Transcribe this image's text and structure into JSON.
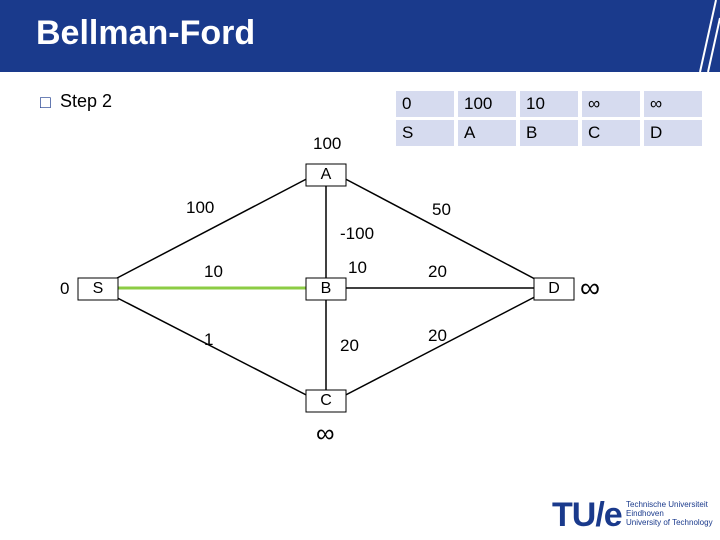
{
  "title": "Bellman-Ford",
  "bullet": "Step 2",
  "table": {
    "distances": [
      "0",
      "100",
      "10",
      "∞",
      "∞"
    ],
    "vertices": [
      "S",
      "A",
      "B",
      "C",
      "D"
    ]
  },
  "graph": {
    "nodes": {
      "A": {
        "label": "A",
        "dist": "100"
      },
      "S": {
        "label": "S",
        "dist": "0"
      },
      "B": {
        "label": "B"
      },
      "C": {
        "label": "C",
        "dist": "∞"
      },
      "D": {
        "label": "D",
        "dist": "∞"
      }
    },
    "edges": {
      "SA": "100",
      "SB": "10",
      "SC": "1",
      "AB": "-100",
      "AD": "50",
      "BD_top": "10",
      "BD": "20",
      "CB": "20",
      "CD": "20"
    }
  },
  "colors": {
    "header": "#1a3a8c",
    "highlight_edge": "#8ccc44",
    "table_cell": "#d6dbef"
  },
  "logo": {
    "mark": "TU/e",
    "lines": [
      "Technische Universiteit",
      "Eindhoven",
      "University of Technology"
    ]
  }
}
